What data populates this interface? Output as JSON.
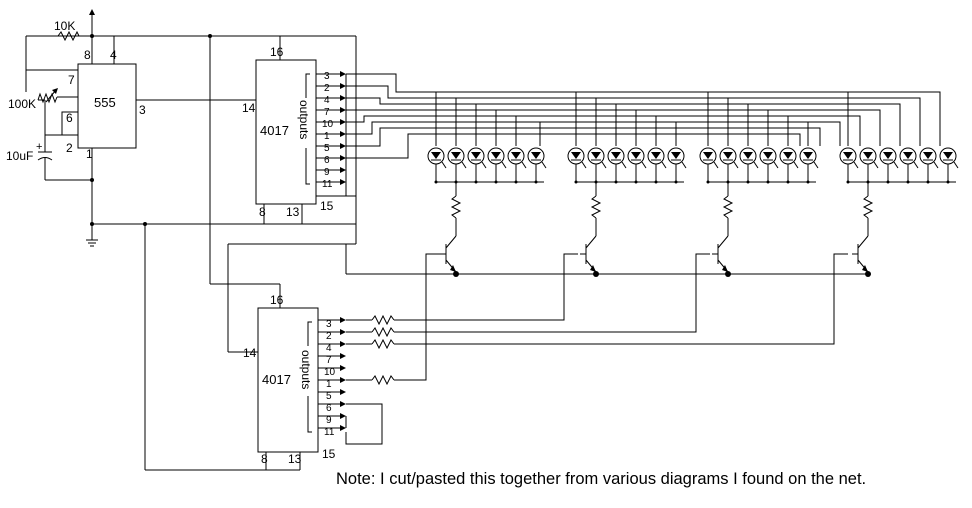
{
  "components": {
    "timer": {
      "label": "555",
      "pins": [
        "8",
        "4",
        "7",
        "6",
        "2",
        "1",
        "3"
      ]
    },
    "counter_top": {
      "label": "4017",
      "outputs_label": "outputs",
      "pin_top": "16",
      "pin_left": "14",
      "pin_bottom_a": "8",
      "pin_bottom_b": "13",
      "pin_bottom_c": "15",
      "output_pins": [
        "3",
        "2",
        "4",
        "7",
        "10",
        "1",
        "5",
        "6",
        "9",
        "11"
      ]
    },
    "counter_bottom": {
      "label": "4017",
      "outputs_label": "outputs",
      "pin_top": "16",
      "pin_left": "14",
      "pin_bottom_a": "8",
      "pin_bottom_b": "13",
      "pin_bottom_c": "15",
      "output_pins": [
        "3",
        "2",
        "4",
        "7",
        "10",
        "1",
        "5",
        "6",
        "9",
        "11"
      ]
    },
    "r1": "10K",
    "r2": "100K",
    "c1": "10uF",
    "c1_polarity": "+"
  },
  "note": "Note: I cut/pasted this together from various diagrams I found on the net."
}
